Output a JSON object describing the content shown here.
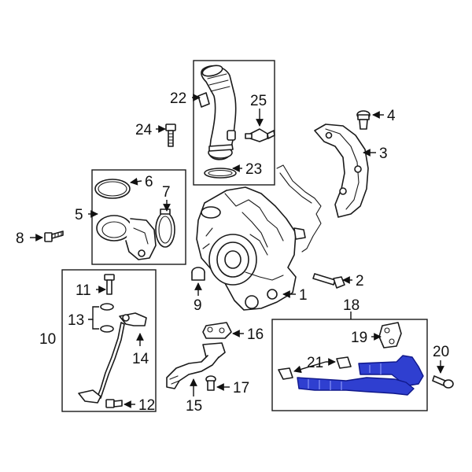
{
  "callouts": {
    "c1": "1",
    "c2": "2",
    "c3": "3",
    "c4": "4",
    "c5": "5",
    "c6": "6",
    "c7": "7",
    "c8": "8",
    "c9": "9",
    "c10": "10",
    "c11": "11",
    "c12": "12",
    "c13": "13",
    "c14": "14",
    "c15": "15",
    "c16": "16",
    "c17": "17",
    "c18": "18",
    "c19": "19",
    "c20": "20",
    "c21": "21",
    "c22": "22",
    "c23": "23",
    "c24": "24",
    "c25": "25"
  },
  "colors": {
    "line": "#1a1a1a",
    "highlight": "#2f3fd0",
    "background": "#ffffff"
  }
}
